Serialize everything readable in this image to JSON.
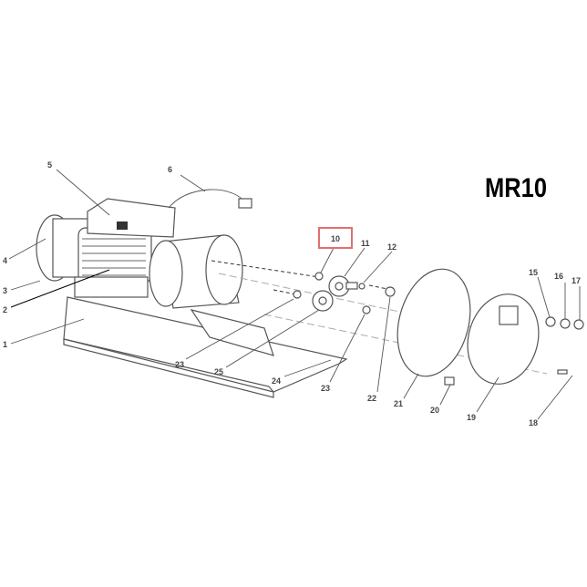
{
  "model_title": "MR10",
  "highlight_color": "#e07070",
  "highlighted_part": "10",
  "part_labels": {
    "p1": "1",
    "p2": "2",
    "p3": "3",
    "p4": "4",
    "p5": "5",
    "p6": "6",
    "p10": "10",
    "p11": "11",
    "p12": "12",
    "p15": "15",
    "p16": "16",
    "p17": "17",
    "p18": "18",
    "p19": "19",
    "p20": "20",
    "p21": "21",
    "p22": "22",
    "p23a": "23",
    "p23b": "23",
    "p24": "24",
    "p25": "25"
  }
}
